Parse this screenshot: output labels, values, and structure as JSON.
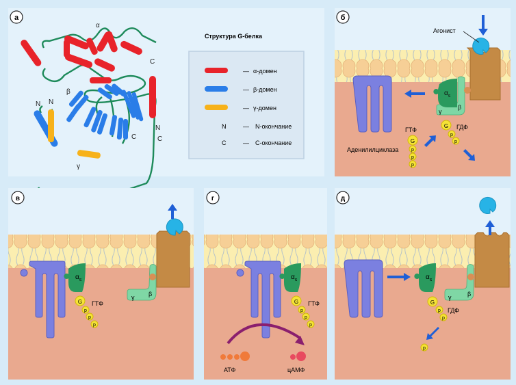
{
  "panels": {
    "a": {
      "letter": "а",
      "labels": {
        "alpha": "α",
        "beta": "β",
        "gamma": "γ",
        "n1": "N",
        "n2": "N",
        "n3": "N",
        "c1": "C",
        "c2": "C",
        "c3": "C"
      }
    },
    "b": {
      "letter": "б",
      "agonist": "Агонист",
      "gtp": "ГТФ",
      "gdp": "ГДФ",
      "enzyme": "Аденилилциклаза",
      "alpha": "α",
      "alpha_sub": "s",
      "beta": "β",
      "gamma": "γ",
      "g": "G",
      "p": "p"
    },
    "c": {
      "letter": "в",
      "gtp": "ГТФ",
      "alpha": "α",
      "alpha_sub": "s",
      "beta": "β",
      "gamma": "γ",
      "g": "G",
      "p": "p"
    },
    "d": {
      "letter": "г",
      "gtp": "ГТФ",
      "atp": "АТФ",
      "camp": "цАМФ",
      "alpha": "α",
      "alpha_sub": "s",
      "g": "G",
      "p": "p"
    },
    "e": {
      "letter": "д",
      "gdp": "ГДФ",
      "alpha": "α",
      "alpha_sub": "s",
      "beta": "β",
      "gamma": "γ",
      "g": "G",
      "p": "p"
    }
  },
  "legend": {
    "title": "Структура G-белка",
    "dash": "—",
    "items": [
      {
        "swatch": "bar",
        "color": "#e8232a",
        "text": "α-домен"
      },
      {
        "swatch": "bar",
        "color": "#2a7de8",
        "text": "β-домен"
      },
      {
        "swatch": "bar",
        "color": "#f7b21a",
        "text": "γ-домен"
      },
      {
        "swatch": "letter",
        "symbol": "N",
        "text": "N-окончание"
      },
      {
        "swatch": "letter",
        "symbol": "C",
        "text": "C-окончание"
      }
    ]
  },
  "colors": {
    "alpha_domain": "#e8232a",
    "beta_domain": "#2a7de8",
    "gamma_domain": "#f7b21a",
    "backbone": "#1d8a5a",
    "panel_bg": "#e4f2fb",
    "membrane": "#fbeeb0",
    "lipid_head": "#f6cf96",
    "cytoplasm": "#e9a98f",
    "cyclase": "#7b80e0",
    "receptor": "#c48a45",
    "agonist": "#27b3e6",
    "g_alpha": "#2a9a5e",
    "g_betagamma": "#7fd7a5",
    "nucleotide": "#f5e337",
    "arrow": "#1f5fd6",
    "reaction_arrow": "#8a1f6e",
    "atp": "#f07a3a",
    "camp": "#e84a5f"
  }
}
